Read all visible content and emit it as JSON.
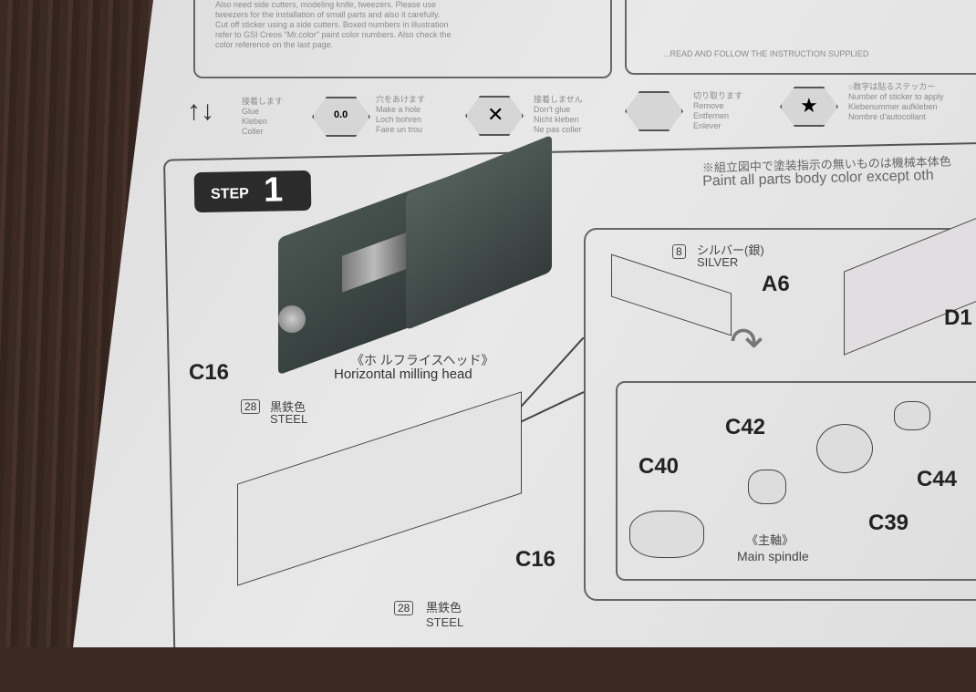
{
  "instructions_top": {
    "note_lines": [
      "Also need side cutters, modeling knife, tweezers. Please use",
      "tweezers for the installation of small parts and also it carefully.",
      "Cut off sticker using a side cutters. Boxed numbers in illustration",
      "refer to GSI Creos \"Mr.color\" paint color numbers. Also check the",
      "color reference on the last page."
    ],
    "right_note_lines": [
      "...READ AND FOLLOW THE INSTRUCTION SUPPLIED"
    ]
  },
  "legend_icons": [
    {
      "icon": "arrows-up-down-icon",
      "text": [
        "接着します",
        "Glue",
        "Kleben",
        "Coller"
      ]
    },
    {
      "icon": "thickness-icon",
      "text": [
        "0.0",
        "穴をあけます",
        "Make a hole",
        "Loch bohren",
        "Faire un trou"
      ]
    },
    {
      "icon": "no-glue-icon",
      "text": [
        "接着しません",
        "Don't glue",
        "Nicht kleben",
        "Ne pas coller"
      ]
    },
    {
      "icon": "cut-icon",
      "text": [
        "切り取ります",
        "Remove",
        "Entfernen",
        "Enlever"
      ]
    },
    {
      "icon": "sticker-icon",
      "text": [
        "○数字は貼るステッカー",
        "Number of sticker to apply",
        "Klebenummer aufkleben",
        "Nombre d'autocollant"
      ]
    }
  ],
  "step": {
    "label": "STEP",
    "number": "1"
  },
  "paint_note": {
    "jp": "※組立図中で塗装指示の無いものは機械本体色",
    "en": "Paint all parts body color except oth"
  },
  "callouts": {
    "silver": {
      "num": "8",
      "jp": "シルバー(銀)",
      "en": "SILVER"
    },
    "steel_top": {
      "num": "28",
      "jp": "黒鉄色",
      "en": "STEEL"
    },
    "steel_bottom": {
      "num": "28",
      "jp": "黒鉄色",
      "en": "STEEL"
    },
    "head_jp": "《ホ ルフライスヘッド》",
    "head_en": "Horizontal milling head",
    "spindle_jp": "《主軸》",
    "spindle_en": "Main spindle"
  },
  "parts": {
    "a6": "A6",
    "d1": "D1",
    "c16_top": "C16",
    "c16_bottom": "C16",
    "c40": "C40",
    "c42": "C42",
    "c39": "C39",
    "c44": "C44"
  }
}
